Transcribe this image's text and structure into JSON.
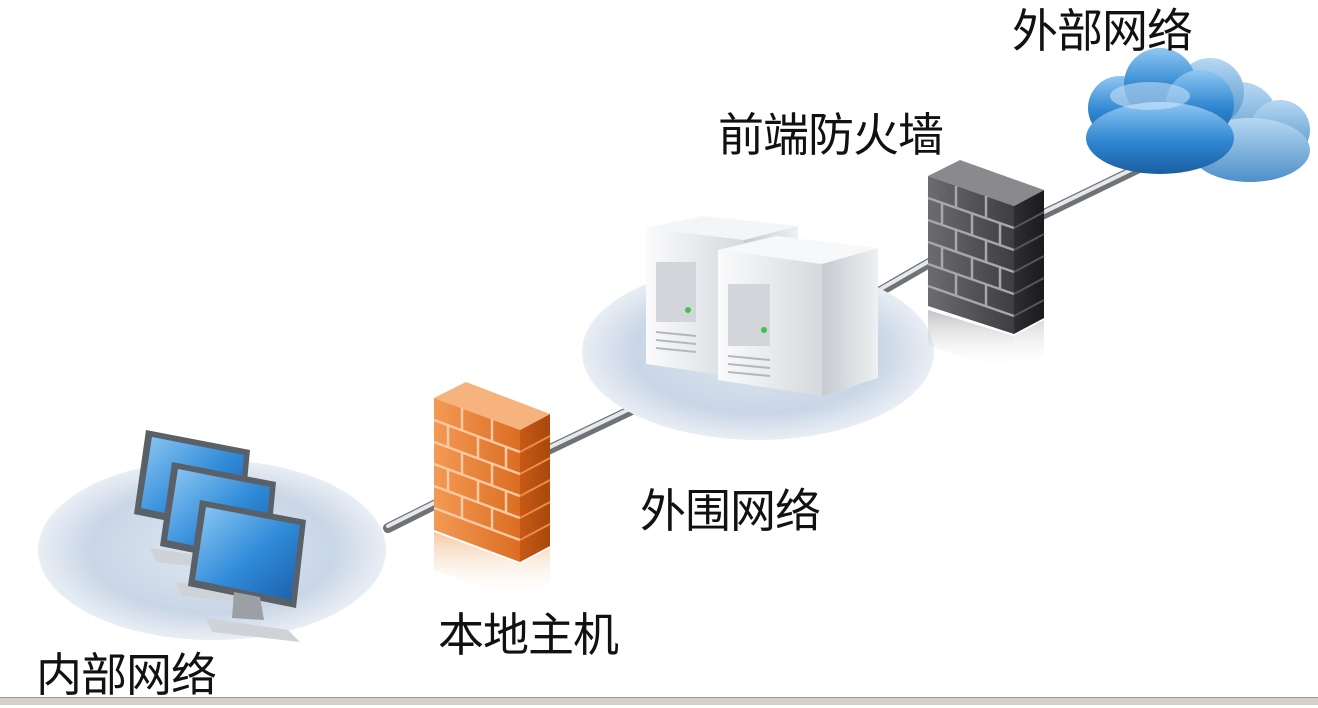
{
  "diagram": {
    "nodes": {
      "external_network": {
        "label": "外部网络",
        "icon": "cloud-icon"
      },
      "front_firewall": {
        "label": "前端防火墙",
        "icon": "dark-firewall-icon"
      },
      "perimeter_network": {
        "label": "外围网络",
        "icon": "servers-icon"
      },
      "local_host": {
        "label": "本地主机",
        "icon": "orange-firewall-icon"
      },
      "internal_network": {
        "label": "内部网络",
        "icon": "computers-icon"
      }
    },
    "edges": [
      {
        "from": "internal_network",
        "to": "local_host"
      },
      {
        "from": "local_host",
        "to": "perimeter_network"
      },
      {
        "from": "perimeter_network",
        "to": "front_firewall"
      },
      {
        "from": "front_firewall",
        "to": "external_network"
      }
    ],
    "colors": {
      "cloud": "#2f86d0",
      "dark_firewall": "#4a4a4e",
      "orange_firewall": "#e07a2a",
      "server": "#e6e9ec",
      "monitor_screen": "#2f8ad8",
      "ellipse": "#c9d6e6",
      "cable": "#b8bcc0"
    }
  }
}
